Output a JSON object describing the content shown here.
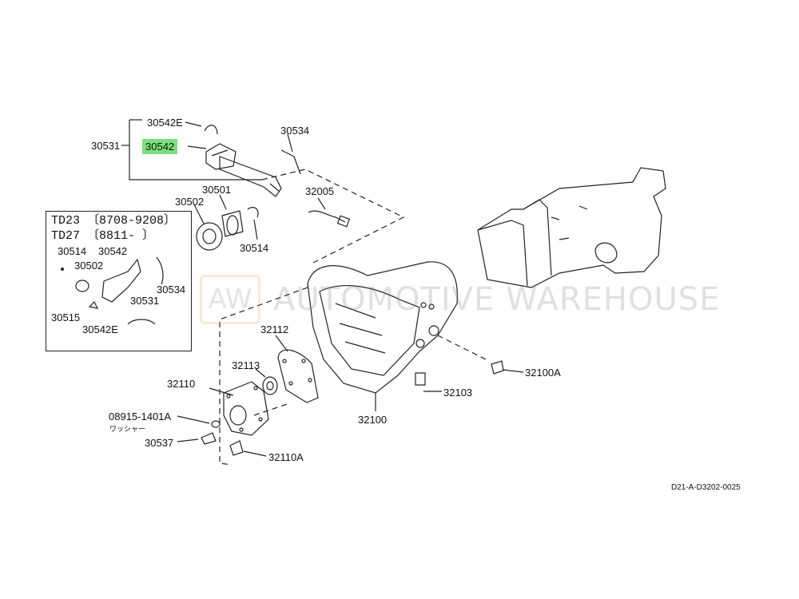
{
  "diagram": {
    "highlight_color": "#7be07b",
    "line_color": "#222222",
    "watermark": {
      "logo": "AW",
      "text": "AUTOMOTIVE WAREHOUSE"
    },
    "reference_code": "D21-A-D3202-0025",
    "labels": {
      "p30542E": "30542E",
      "p30531": "30531",
      "p30542": "30542",
      "p30534": "30534",
      "p30501": "30501",
      "p32005": "32005",
      "p30502": "30502",
      "p30514": "30514",
      "p32112": "32112",
      "p32113": "32113",
      "p32110": "32110",
      "p08915": "08915-1401A",
      "washer": "ワッシャー",
      "p30537": "30537",
      "p32110A": "32110A",
      "p32100": "32100",
      "p32103": "32103",
      "p32100A": "32100A"
    },
    "inset": {
      "line1": "TD23 〔8708-9208〕",
      "line2": "TD27 〔8811-      〕",
      "p30514": "30514",
      "p30502": "30502",
      "p30542": "30542",
      "p30534": "30534",
      "p30531": "30531",
      "p30515": "30515",
      "p30542E": "30542E"
    }
  }
}
